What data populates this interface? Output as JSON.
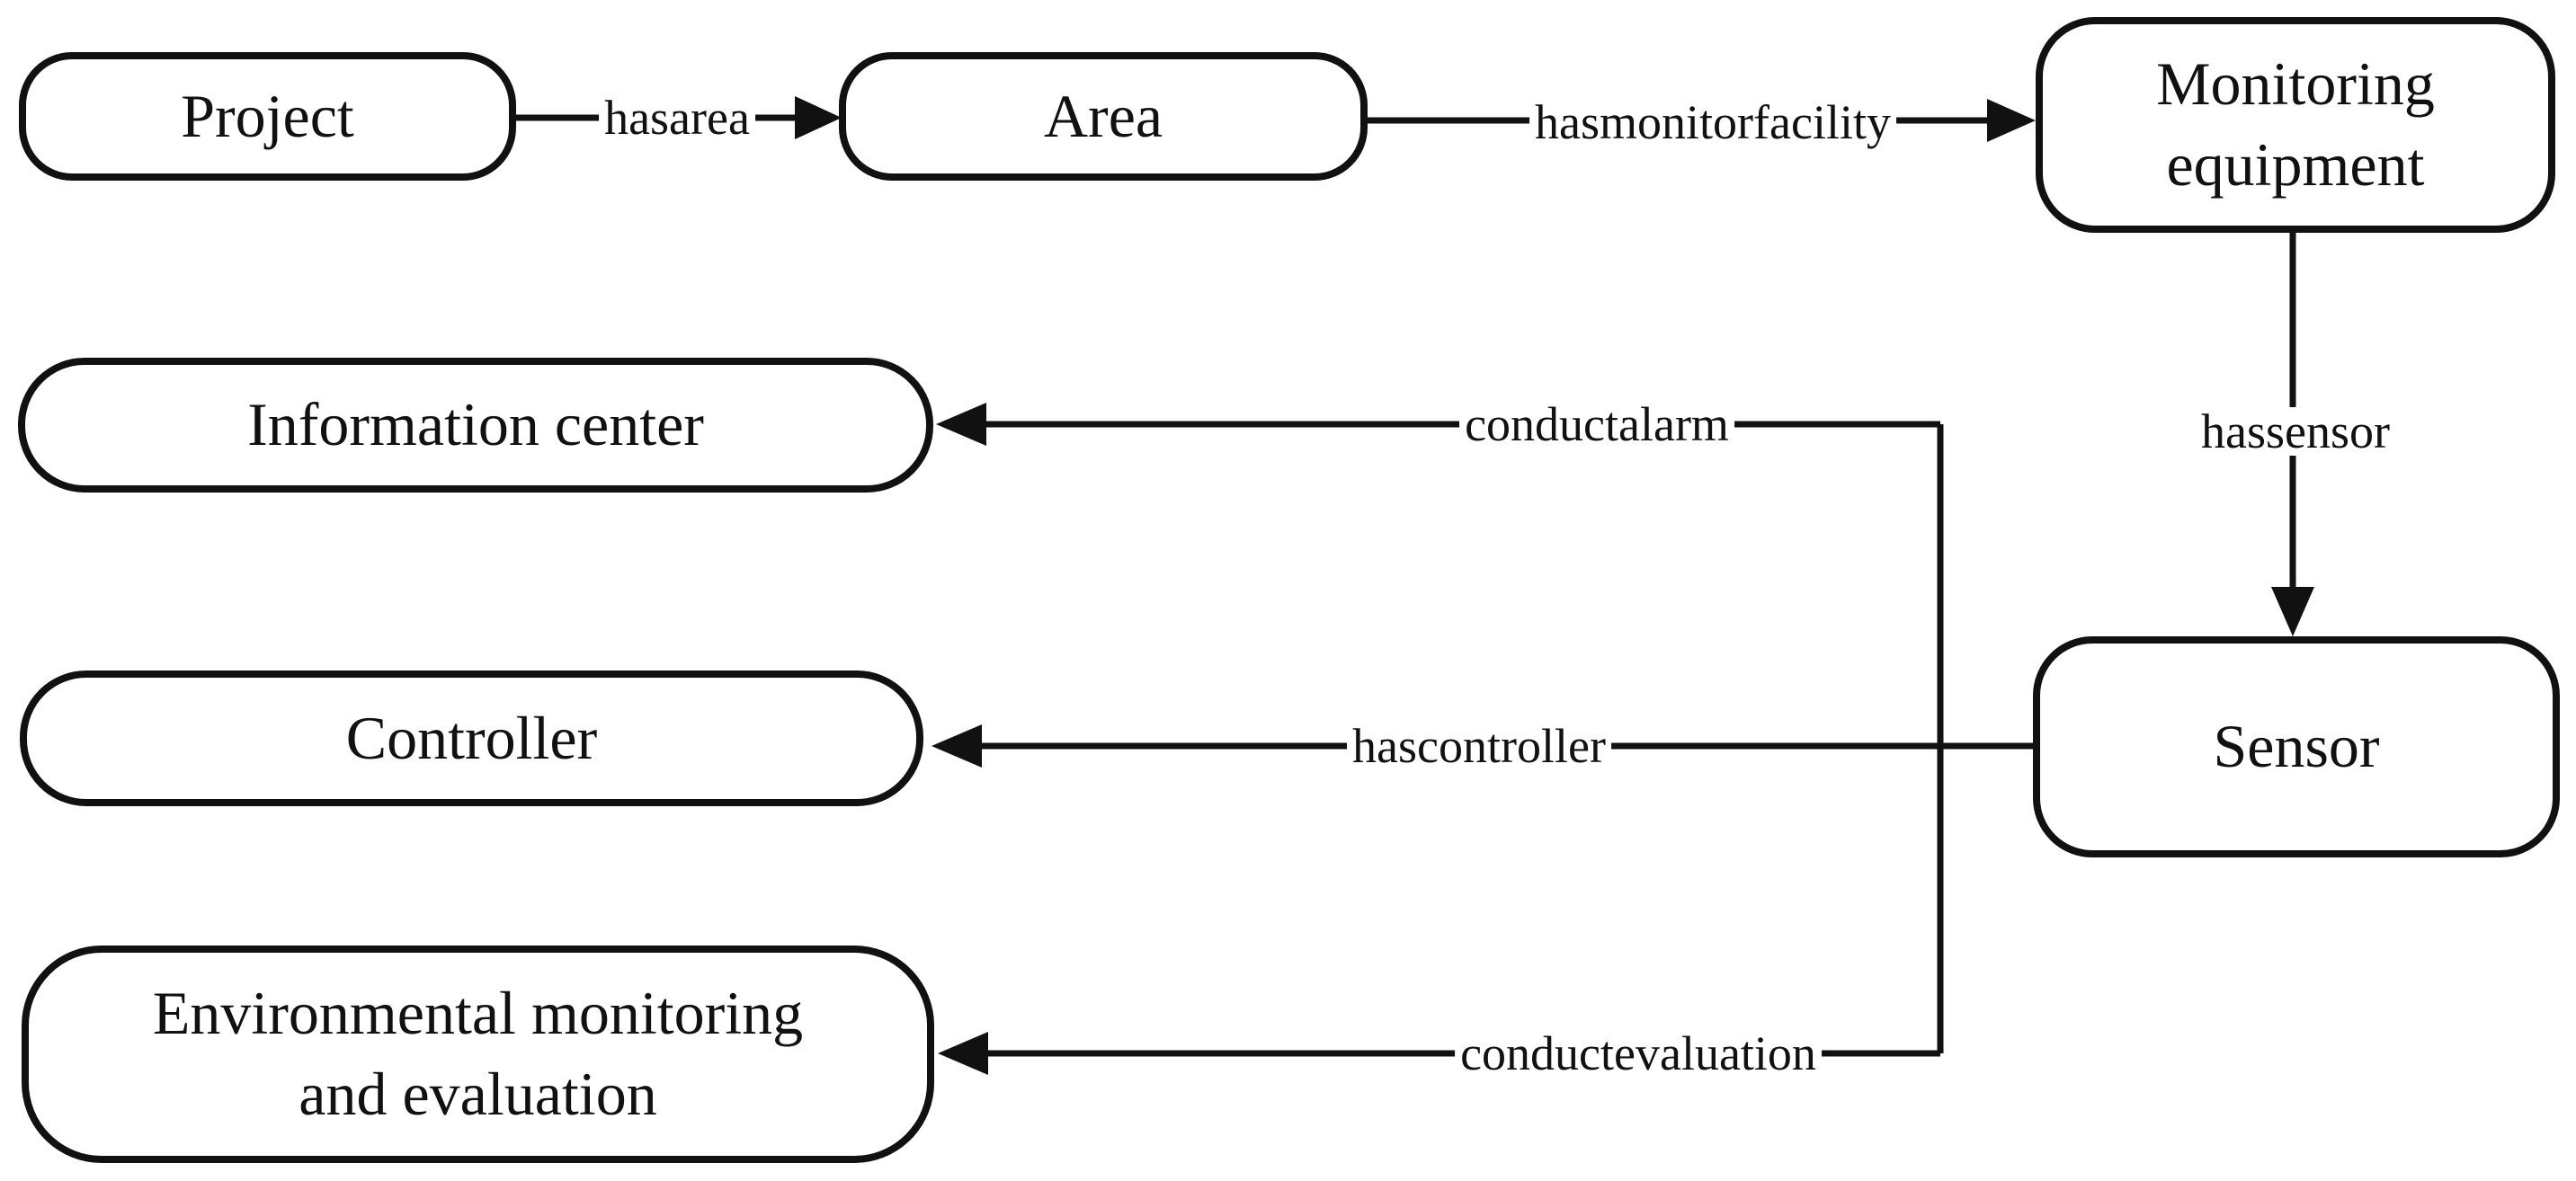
{
  "diagram": {
    "description": "Ontology flow diagram linking project monitoring concepts",
    "colors": {
      "stroke": "#111111",
      "node_fill": "#ffffff",
      "background": "#ffffff",
      "text": "#111111"
    },
    "nodes": {
      "project": {
        "label": "Project"
      },
      "area": {
        "label": "Area"
      },
      "monitoring_equipment": {
        "line1": "Monitoring",
        "line2": "equipment"
      },
      "information_center": {
        "label": "Information center"
      },
      "controller": {
        "label": "Controller"
      },
      "environmental": {
        "line1": "Environmental monitoring",
        "line2": "and evaluation"
      },
      "sensor": {
        "label": "Sensor"
      }
    },
    "edges": {
      "hasarea": {
        "label": "hasarea",
        "from": "Project",
        "to": "Area"
      },
      "hasmonitorfacility": {
        "label": "hasmonitorfacility",
        "from": "Area",
        "to": "Monitoring equipment"
      },
      "hassensor": {
        "label": "hassensor",
        "from": "Monitoring equipment",
        "to": "Sensor"
      },
      "hascontroller": {
        "label": "hascontroller",
        "from": "Sensor",
        "to": "Controller"
      },
      "conductalarm": {
        "label": "conductalarm",
        "from": "Sensor",
        "to": "Information center"
      },
      "conductevaluation": {
        "label": "conductevaluation",
        "from": "Sensor",
        "to": "Environmental monitoring and evaluation"
      }
    }
  }
}
